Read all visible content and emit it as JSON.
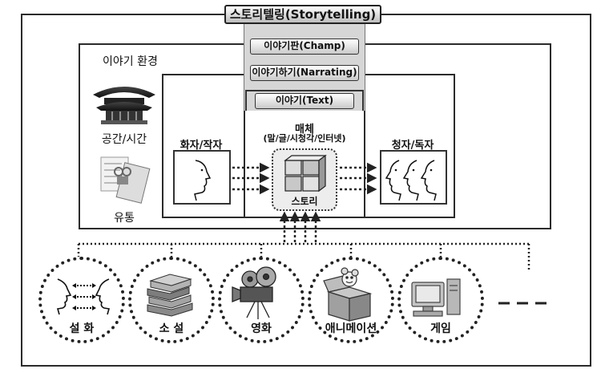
{
  "title": "스토리텔링(Storytelling)",
  "layers": {
    "champ": "이야기판(Champ)",
    "narrating": "이야기하기(Narrating)",
    "text": "이야기(Text)"
  },
  "environment": {
    "label": "이야기 환경",
    "space_time": "공간/시간",
    "distribution": "유통"
  },
  "speaker": "화자/작자",
  "medium": {
    "title_line1": "매체",
    "title_line2": "(말/글/시청각/인터넷)",
    "story": "스토리"
  },
  "audience": "청자/독자",
  "genres": [
    "설 화",
    "소 설",
    "영화",
    "애니메이션",
    "게임"
  ]
}
